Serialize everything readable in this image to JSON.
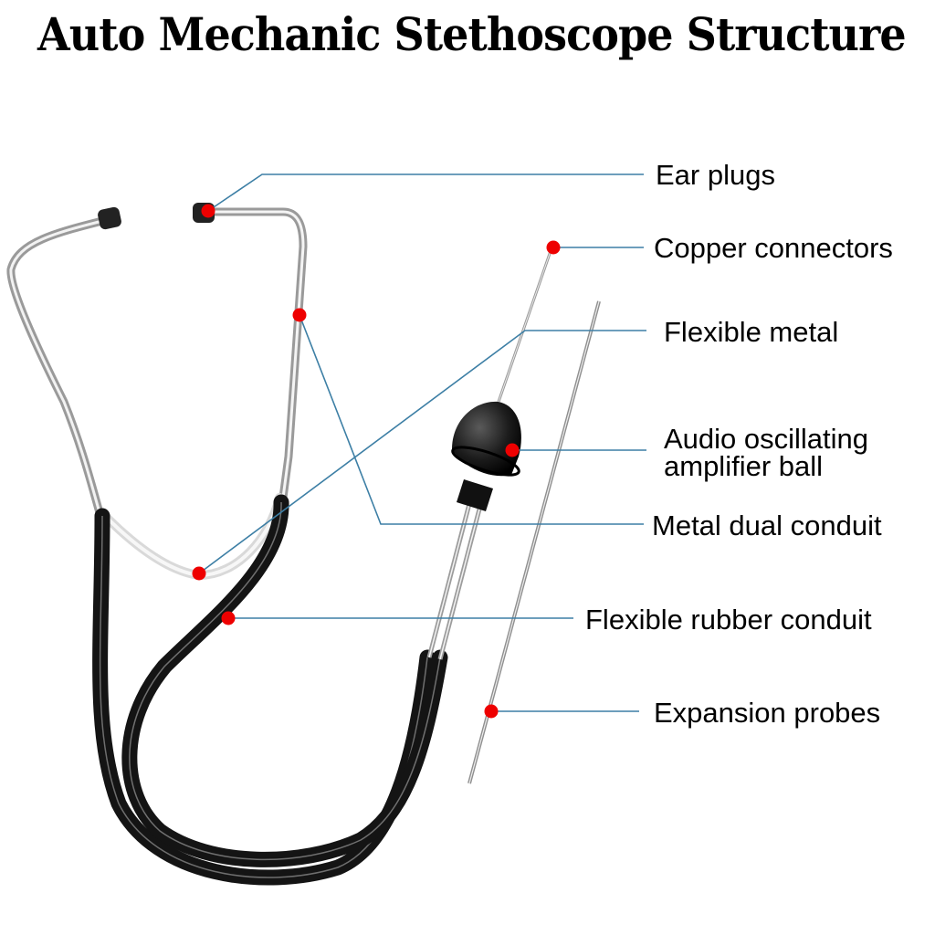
{
  "title": "Auto Mechanic Stethoscope Structure",
  "colors": {
    "leader_line": "#3d7fa5",
    "marker_dot": "#ee0000",
    "tube_black": "#141414",
    "metal": "#c8c8c8"
  },
  "callouts": [
    {
      "id": "ear-plugs",
      "lines": [
        "Ear plugs"
      ]
    },
    {
      "id": "copper-connectors",
      "lines": [
        "Copper connectors"
      ]
    },
    {
      "id": "flexible-metal",
      "lines": [
        "Flexible metal"
      ]
    },
    {
      "id": "audio-amplifier-ball",
      "lines": [
        "Audio oscillating",
        "amplifier ball"
      ]
    },
    {
      "id": "metal-dual-conduit",
      "lines": [
        "Metal dual conduit"
      ]
    },
    {
      "id": "flexible-rubber-conduit",
      "lines": [
        "Flexible rubber conduit"
      ]
    },
    {
      "id": "expansion-probes",
      "lines": [
        "Expansion probes"
      ]
    }
  ]
}
